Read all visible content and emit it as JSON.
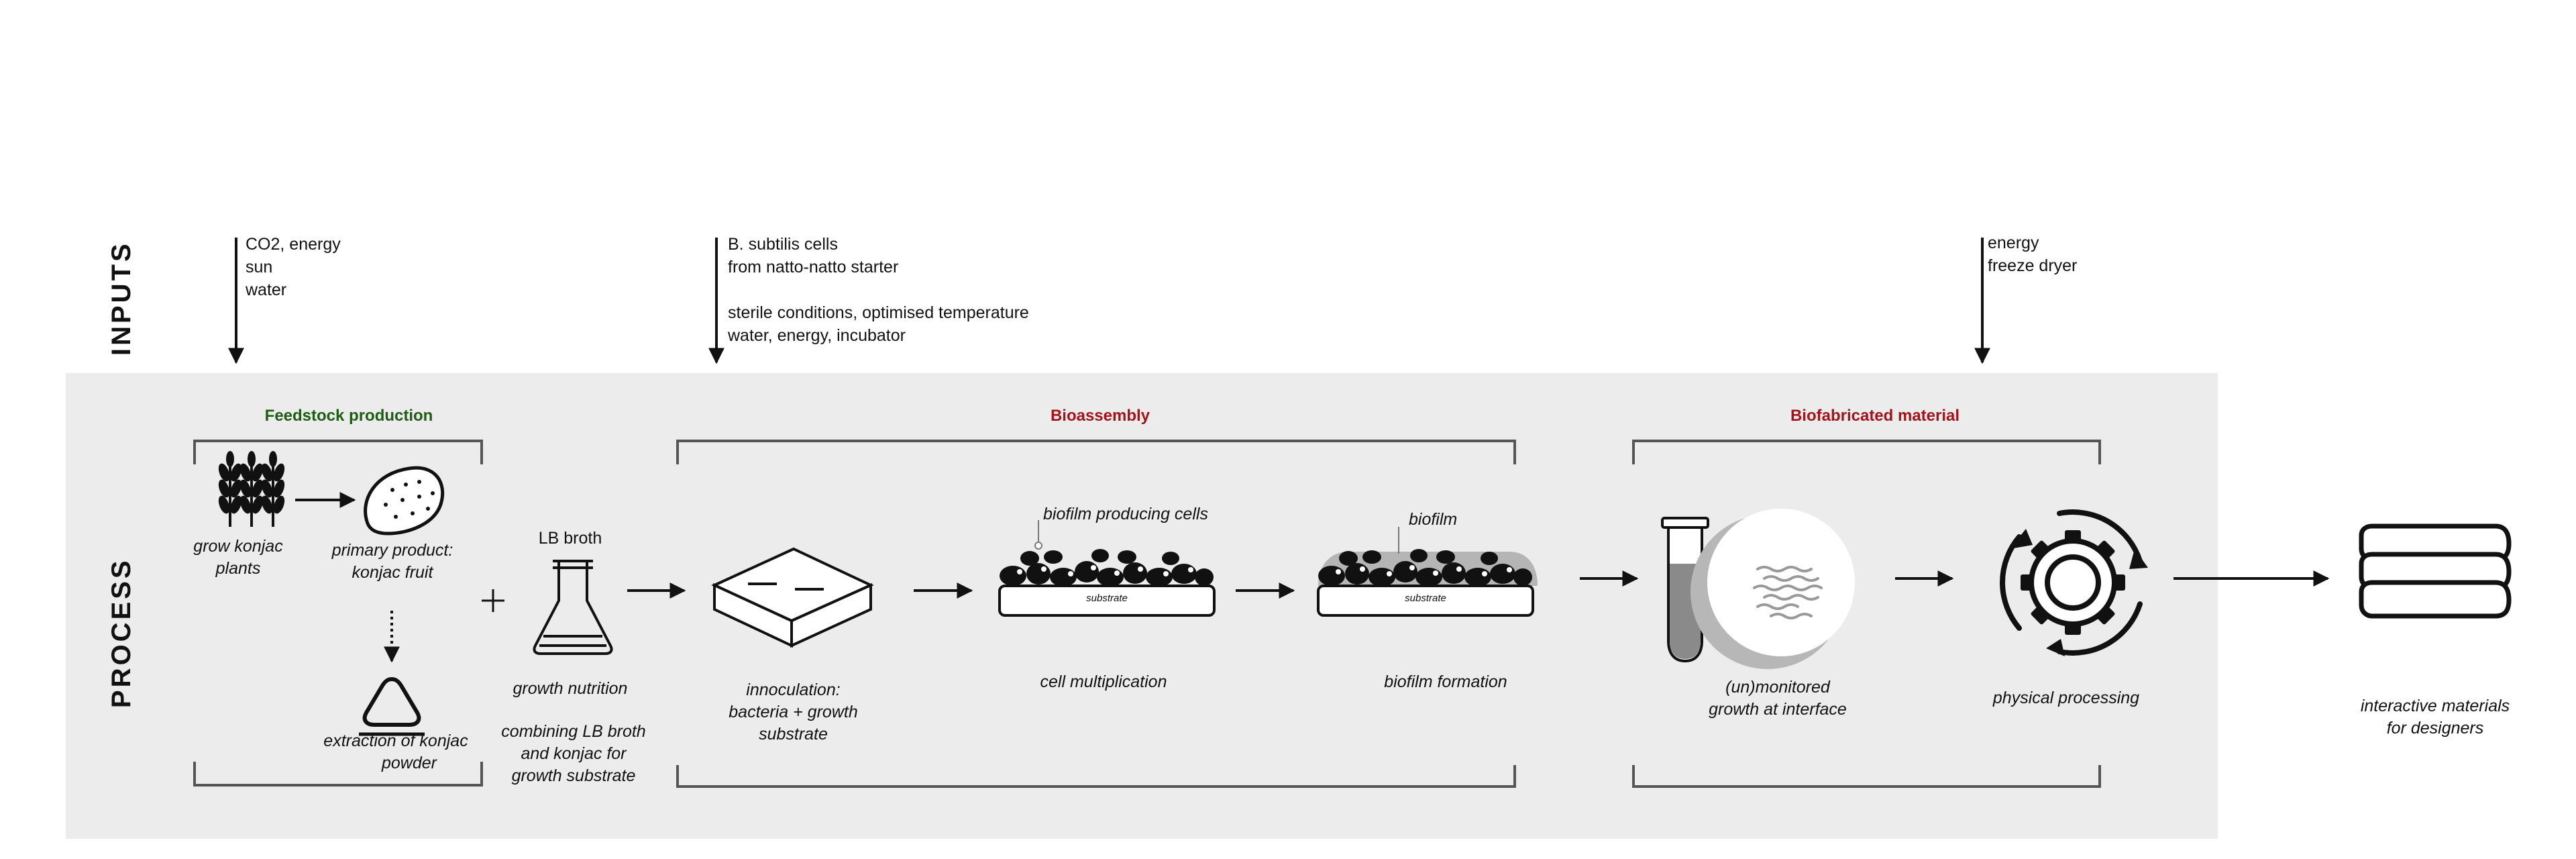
{
  "side_labels": {
    "inputs": "INPUTS",
    "process": "PROCESS"
  },
  "inputs": {
    "feedstock": [
      "CO2, energy",
      "sun",
      "water"
    ],
    "bioassembly": [
      "B. subtilis cells",
      "from natto-natto starter",
      "",
      "sterile conditions, optimised temperature",
      "water, energy, incubator"
    ],
    "material": [
      "energy",
      "freeze dryer"
    ]
  },
  "sections": {
    "feedstock": {
      "title": "Feedstock production",
      "color": "#1f5c14"
    },
    "bioassembly": {
      "title": "Bioassembly",
      "color": "#a3141a"
    },
    "material": {
      "title": "Biofabricated material",
      "color": "#a3141a"
    }
  },
  "steps": {
    "grow_plants": [
      "grow konjac",
      "plants"
    ],
    "primary_product": [
      "primary product:",
      "konjac fruit"
    ],
    "extraction": [
      "extraction of konjac",
      "powder"
    ],
    "lb_broth_label": "LB broth",
    "growth_nutrition": "growth nutrition",
    "combining": [
      "combining LB broth",
      "and konjac for",
      "growth substrate"
    ],
    "innoculation": [
      "innoculation:",
      "bacteria + growth",
      "substrate"
    ],
    "cell_multiplication": "cell multiplication",
    "biofilm_formation": "biofilm formation",
    "monitored_growth": [
      "(un)monitored",
      "growth at interface"
    ],
    "physical_processing": "physical processing",
    "interactive_materials": [
      "interactive materials",
      "for designers"
    ]
  },
  "annotations": {
    "biofilm_producing_cells": "biofilm producing cells",
    "biofilm": "biofilm",
    "substrate_label": "substrate"
  },
  "colors": {
    "process_band": "#ececec",
    "ink": "#111111",
    "bracket": "#555555"
  }
}
